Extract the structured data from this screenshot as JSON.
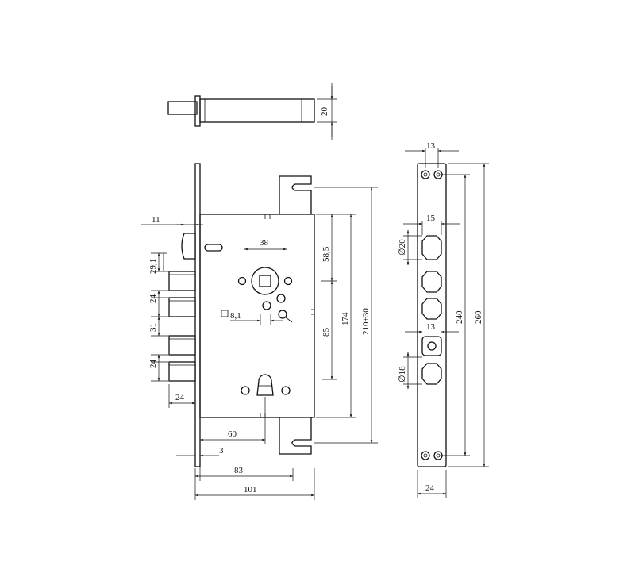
{
  "labels": {
    "d20": "20",
    "d13_top": "13",
    "d11": "11",
    "d38": "38",
    "d58_5": "58,5",
    "d29_1": "29,1",
    "d24_a": "24",
    "d31": "31",
    "d24_b": "24",
    "d24_c": "24",
    "d8_1": "8,1",
    "d85": "85",
    "d174": "174",
    "d210_30": "210+30",
    "d60": "60",
    "d3": "3",
    "d83": "83",
    "d101": "101",
    "d15": "15",
    "dphi20": "∅20",
    "d13_mid": "13",
    "dphi18": "∅18",
    "d240": "240",
    "d260": "260",
    "d24_bottom": "24"
  }
}
